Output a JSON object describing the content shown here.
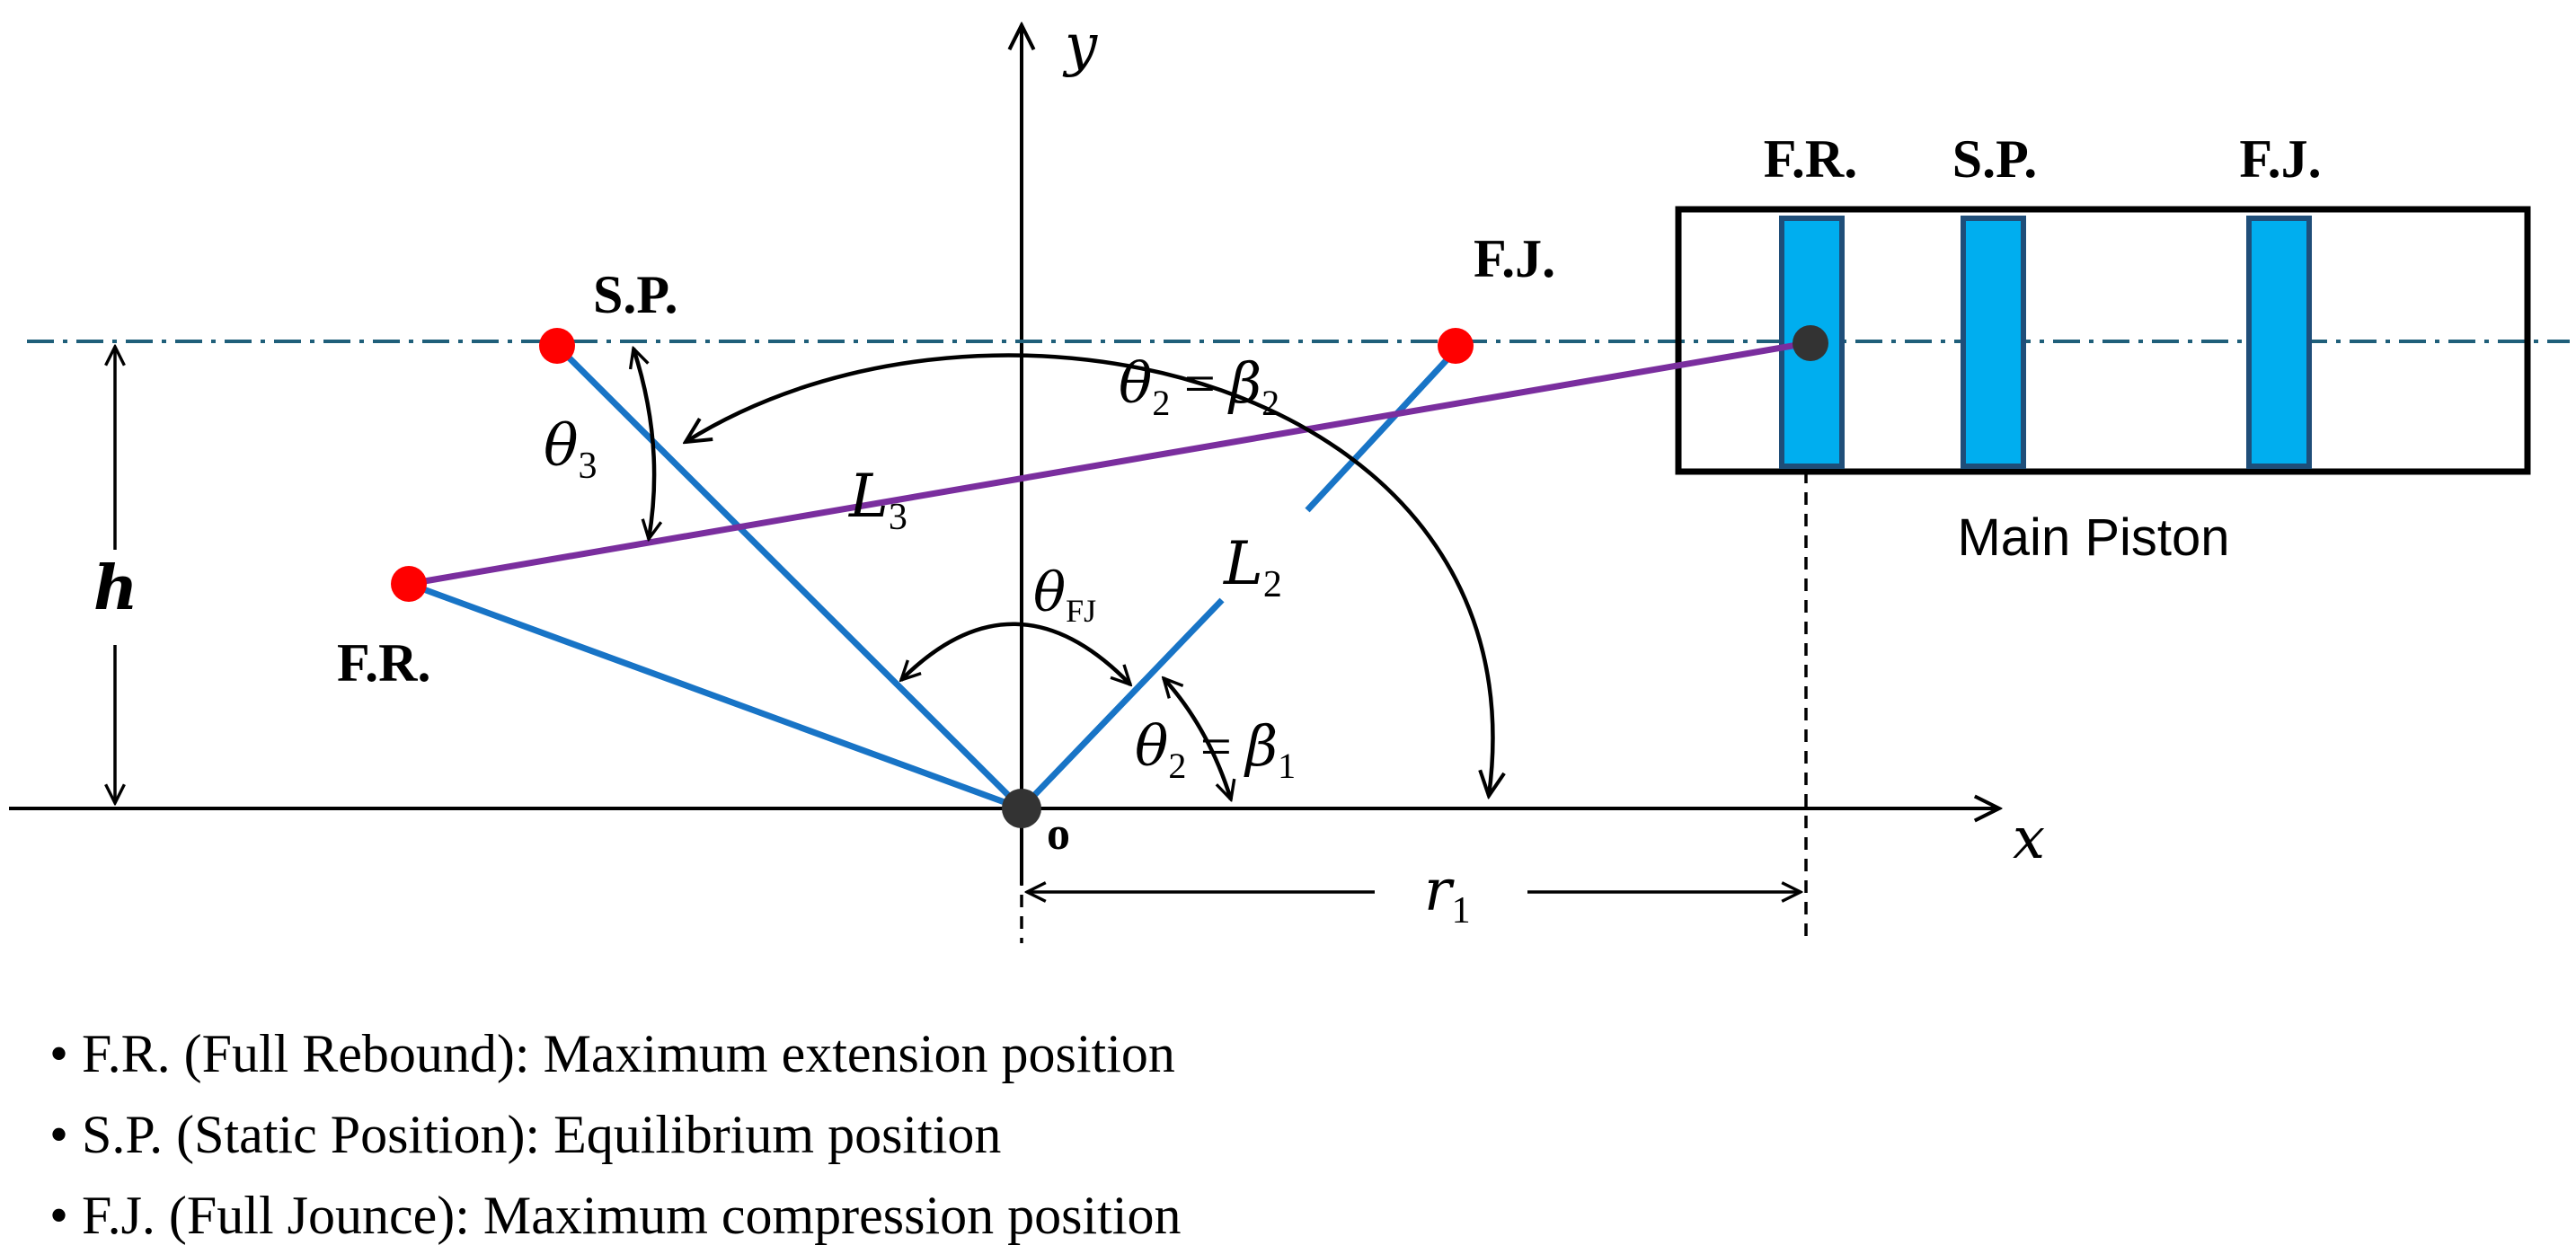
{
  "axes": {
    "x": "x",
    "y": "y",
    "origin": "o"
  },
  "points": {
    "fr": "F.R.",
    "sp": "S.P.",
    "fj": "F.J."
  },
  "piston": {
    "label": "Main Piston",
    "fr": "F.R.",
    "sp": "S.P.",
    "fj": "F.J."
  },
  "labels": {
    "h": "h",
    "L3": {
      "main": "L",
      "sub": "3"
    },
    "L2": {
      "main": "L",
      "sub": "2"
    },
    "r1": {
      "main": "r",
      "sub": "1"
    },
    "theta3": {
      "main": "θ",
      "sub": "3"
    },
    "thetaFJ": {
      "main": "θ",
      "sub": "FJ"
    },
    "theta2beta2": {
      "a": "θ",
      "asub": "2",
      "eq": " = ",
      "b": "β",
      "bsub": "2"
    },
    "theta2beta1": {
      "a": "θ",
      "asub": "2",
      "eq": " = ",
      "b": "β",
      "bsub": "1"
    }
  },
  "legend": [
    "• F.R. (Full Rebound): Maximum extension position",
    "• S.P. (Static Position): Equilibrium position",
    "• F.J. (Full Jounce): Maximum compression position"
  ],
  "colors": {
    "link": "#1874c6",
    "l3": "#7a2e9e",
    "point": "#ff0000",
    "pivot": "#333333",
    "piston_fill": "#00aeef",
    "piston_stroke": "#1f4e79",
    "dashdot": "#1f5f7a"
  }
}
